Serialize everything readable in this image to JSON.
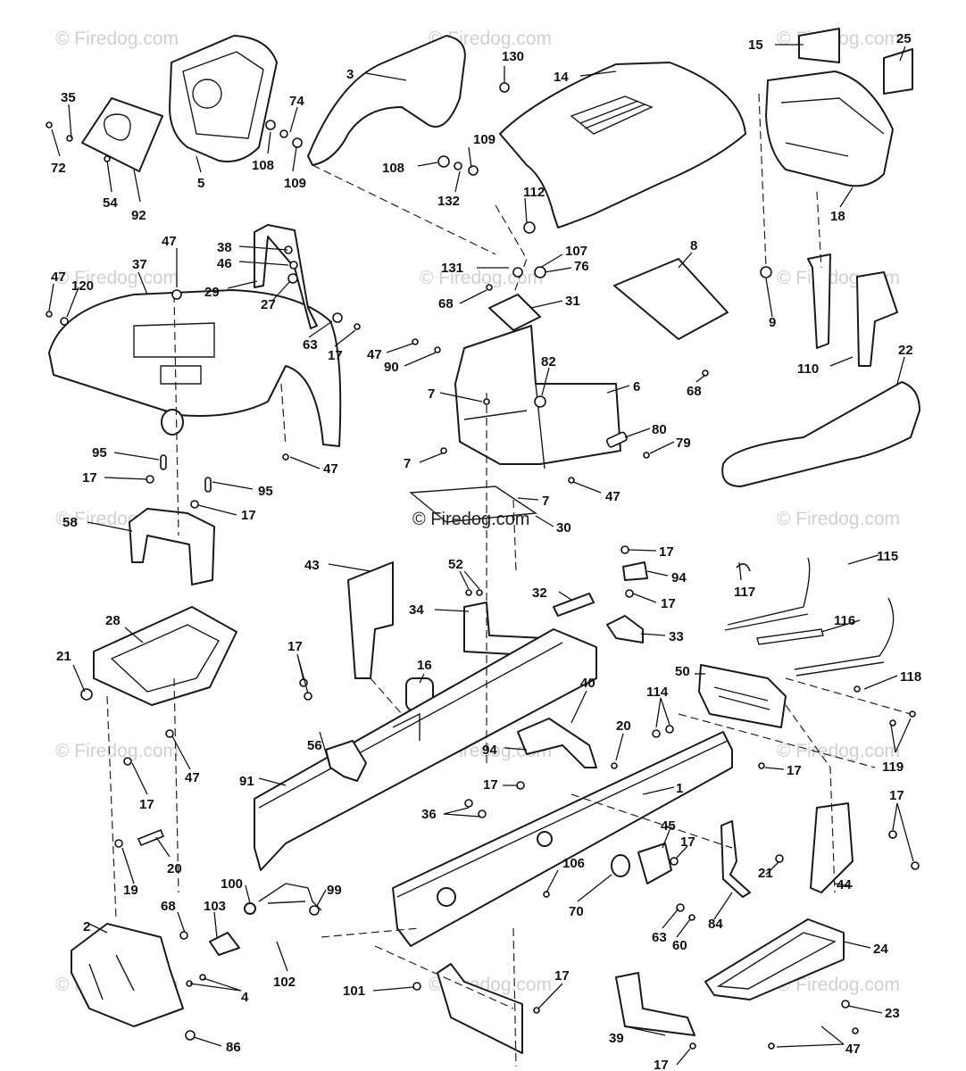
{
  "watermark_text": "© Firedog.com",
  "callouts": [
    {
      "id": "p3",
      "label": "3"
    },
    {
      "id": "p130",
      "label": "130"
    },
    {
      "id": "p14",
      "label": "14"
    },
    {
      "id": "p15",
      "label": "15"
    },
    {
      "id": "p25",
      "label": "25"
    },
    {
      "id": "p35",
      "label": "35"
    },
    {
      "id": "p74",
      "label": "74"
    },
    {
      "id": "p72",
      "label": "72"
    },
    {
      "id": "p54",
      "label": "54"
    },
    {
      "id": "p92",
      "label": "92"
    },
    {
      "id": "p5",
      "label": "5"
    },
    {
      "id": "p108a",
      "label": "108"
    },
    {
      "id": "p109a",
      "label": "109"
    },
    {
      "id": "p108b",
      "label": "108"
    },
    {
      "id": "p109b",
      "label": "109"
    },
    {
      "id": "p132",
      "label": "132"
    },
    {
      "id": "p112",
      "label": "112"
    },
    {
      "id": "p18",
      "label": "18"
    },
    {
      "id": "p47a",
      "label": "47"
    },
    {
      "id": "p38",
      "label": "38"
    },
    {
      "id": "p46",
      "label": "46"
    },
    {
      "id": "p37",
      "label": "37"
    },
    {
      "id": "p47b",
      "label": "47"
    },
    {
      "id": "p120",
      "label": "120"
    },
    {
      "id": "p29",
      "label": "29"
    },
    {
      "id": "p27",
      "label": "27"
    },
    {
      "id": "p107",
      "label": "107"
    },
    {
      "id": "p76",
      "label": "76"
    },
    {
      "id": "p131",
      "label": "131"
    },
    {
      "id": "p8",
      "label": "8"
    },
    {
      "id": "p68a",
      "label": "68"
    },
    {
      "id": "p31",
      "label": "31"
    },
    {
      "id": "p9",
      "label": "9"
    },
    {
      "id": "p63a",
      "label": "63"
    },
    {
      "id": "p17a",
      "label": "17"
    },
    {
      "id": "p47c",
      "label": "47"
    },
    {
      "id": "p90",
      "label": "90"
    },
    {
      "id": "p82",
      "label": "82"
    },
    {
      "id": "p68b",
      "label": "68"
    },
    {
      "id": "p110",
      "label": "110"
    },
    {
      "id": "p22",
      "label": "22"
    },
    {
      "id": "p7a",
      "label": "7"
    },
    {
      "id": "p6",
      "label": "6"
    },
    {
      "id": "p80",
      "label": "80"
    },
    {
      "id": "p79",
      "label": "79"
    },
    {
      "id": "p95a",
      "label": "95"
    },
    {
      "id": "p47d",
      "label": "47"
    },
    {
      "id": "p17b",
      "label": "17"
    },
    {
      "id": "p95b",
      "label": "95"
    },
    {
      "id": "p7b",
      "label": "7"
    },
    {
      "id": "p47e",
      "label": "47"
    },
    {
      "id": "p7c",
      "label": "7"
    },
    {
      "id": "p17c",
      "label": "17"
    },
    {
      "id": "p58",
      "label": "58"
    },
    {
      "id": "p30",
      "label": "30"
    },
    {
      "id": "p17d",
      "label": "17"
    },
    {
      "id": "p43",
      "label": "43"
    },
    {
      "id": "p52",
      "label": "52"
    },
    {
      "id": "p94a",
      "label": "94"
    },
    {
      "id": "p115",
      "label": "115"
    },
    {
      "id": "p32",
      "label": "32"
    },
    {
      "id": "p17e",
      "label": "17"
    },
    {
      "id": "p117",
      "label": "117"
    },
    {
      "id": "p34",
      "label": "34"
    },
    {
      "id": "p28",
      "label": "28"
    },
    {
      "id": "p33",
      "label": "33"
    },
    {
      "id": "p116",
      "label": "116"
    },
    {
      "id": "p16",
      "label": "16"
    },
    {
      "id": "p21a",
      "label": "21"
    },
    {
      "id": "p17f",
      "label": "17"
    },
    {
      "id": "p50",
      "label": "50"
    },
    {
      "id": "p118",
      "label": "118"
    },
    {
      "id": "p40",
      "label": "40"
    },
    {
      "id": "p114",
      "label": "114"
    },
    {
      "id": "p20a",
      "label": "20"
    },
    {
      "id": "p56",
      "label": "56"
    },
    {
      "id": "p94b",
      "label": "94"
    },
    {
      "id": "p119",
      "label": "119"
    },
    {
      "id": "p47f",
      "label": "47"
    },
    {
      "id": "p17g",
      "label": "17"
    },
    {
      "id": "p91",
      "label": "91"
    },
    {
      "id": "p17h",
      "label": "17"
    },
    {
      "id": "p1",
      "label": "1"
    },
    {
      "id": "p17i",
      "label": "17"
    },
    {
      "id": "p36",
      "label": "36"
    },
    {
      "id": "p17j",
      "label": "17"
    },
    {
      "id": "p45",
      "label": "45"
    },
    {
      "id": "p17k",
      "label": "17"
    },
    {
      "id": "p20b",
      "label": "20"
    },
    {
      "id": "p106",
      "label": "106"
    },
    {
      "id": "p21b",
      "label": "21"
    },
    {
      "id": "p44",
      "label": "44"
    },
    {
      "id": "p19",
      "label": "19"
    },
    {
      "id": "p100",
      "label": "100"
    },
    {
      "id": "p99",
      "label": "99"
    },
    {
      "id": "p70",
      "label": "70"
    },
    {
      "id": "p84",
      "label": "84"
    },
    {
      "id": "p2",
      "label": "2"
    },
    {
      "id": "p68c",
      "label": "68"
    },
    {
      "id": "p103",
      "label": "103"
    },
    {
      "id": "p63b",
      "label": "63"
    },
    {
      "id": "p60",
      "label": "60"
    },
    {
      "id": "p24",
      "label": "24"
    },
    {
      "id": "p4",
      "label": "4"
    },
    {
      "id": "p102",
      "label": "102"
    },
    {
      "id": "p101",
      "label": "101"
    },
    {
      "id": "p17l",
      "label": "17"
    },
    {
      "id": "p23",
      "label": "23"
    },
    {
      "id": "p86",
      "label": "86"
    },
    {
      "id": "p39",
      "label": "39"
    },
    {
      "id": "p17m",
      "label": "17"
    },
    {
      "id": "p47g",
      "label": "47"
    }
  ]
}
